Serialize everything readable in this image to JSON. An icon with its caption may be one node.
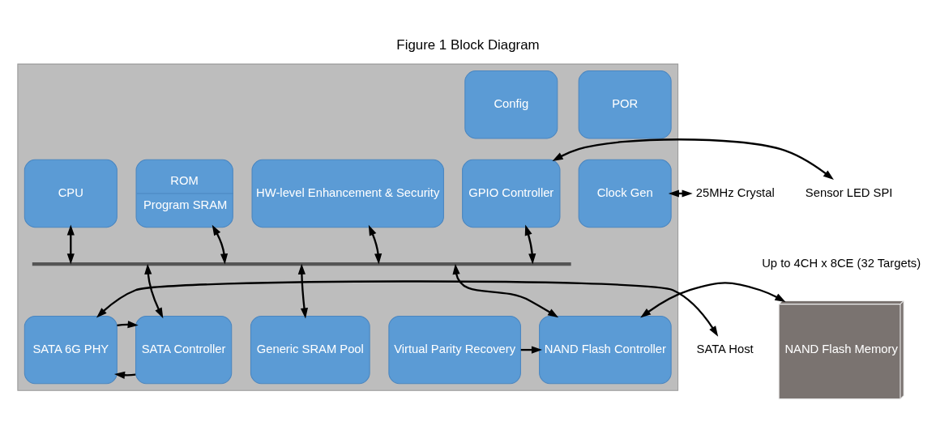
{
  "diagram": {
    "title": "Figure 1 Block Diagram",
    "nodes": [
      {
        "text": [],
        "shape": "box"
      },
      {
        "text": [
          "POR"
        ],
        "in": 0
      },
      {
        "text": [
          "CPU"
        ],
        "in": 0
      },
      {
        "text": [
          "ROM",
          "Program SRAM"
        ],
        "in": 0
      },
      {
        "text": [
          "HW-level Enhancement & Security"
        ],
        "in": 0
      },
      {
        "text": [
          "Config"
        ],
        "in": 0
      },
      {
        "text": [
          "Clock Gen"
        ],
        "in": 0
      },
      {
        "text": [
          "GPIO Controller"
        ],
        "in": 0
      },
      {
        "text": [],
        "shape": "bar",
        "in": 0
      },
      {
        "text": [
          "SATA 6G PHY"
        ],
        "in": 0
      },
      {
        "text": [
          "SATA Controller"
        ],
        "in": 0
      },
      {
        "text": [
          "Generic SRAM Pool"
        ],
        "in": 0
      },
      {
        "text": [
          "Virtual Parity Recovery"
        ],
        "in": 0
      },
      {
        "text": [
          "NAND Flash Controller"
        ],
        "in": 0
      },
      {
        "text": [
          "25MHz Crystal"
        ]
      },
      {
        "text": [
          "SATA Host"
        ]
      },
      {
        "text": [
          "Sensor LED SPI"
        ]
      },
      {
        "text": [
          "NAND Flash Memory"
        ],
        "beside": [
          "Up to 4CH x 8CE (32 Targets)"
        ]
      }
    ],
    "edges": [
      {
        "from": 14,
        "to": 6,
        "arrow": "both"
      },
      {
        "from": 15,
        "to": 9,
        "arrow": "both"
      },
      {
        "from": 7,
        "to": 16,
        "arrow": "both"
      },
      {
        "from": 2,
        "to": 8,
        "arrow": "both"
      },
      {
        "from": 3,
        "to": 8,
        "arrow": "both"
      },
      {
        "from": 4,
        "to": 8,
        "arrow": "both"
      },
      {
        "from": 7,
        "to": 8,
        "arrow": "both"
      },
      {
        "from": 8,
        "to": 10,
        "arrow": "both"
      },
      {
        "from": 8,
        "to": 11,
        "arrow": "both"
      },
      {
        "from": 8,
        "to": 13,
        "arrow": "both"
      },
      {
        "from": 10,
        "to": 9,
        "arrow": "to"
      },
      {
        "from": 9,
        "to": 10,
        "arrow": "to"
      },
      {
        "from": 12,
        "to": 13,
        "arrow": "to"
      },
      {
        "from": 13,
        "to": 17,
        "arrow": "both"
      }
    ]
  }
}
